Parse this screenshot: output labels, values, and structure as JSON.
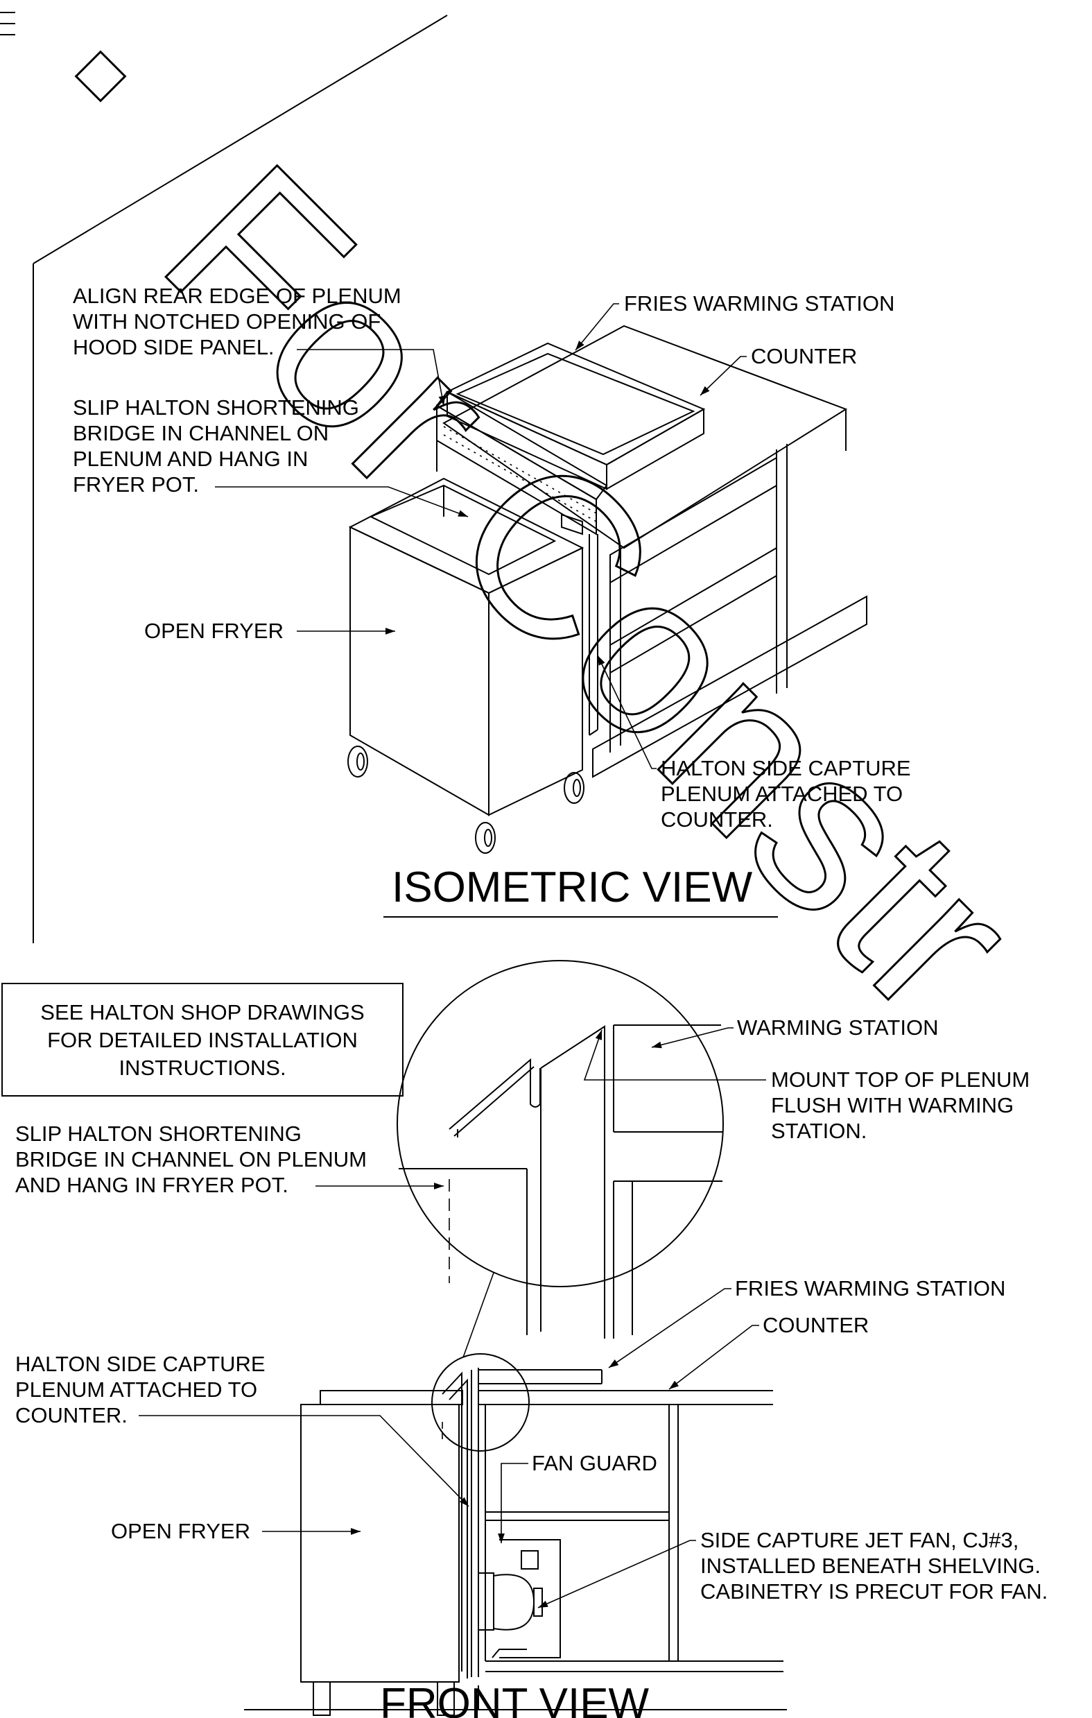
{
  "isometric_view": {
    "title": "ISOMETRIC VIEW",
    "labels": {
      "align_line1": "ALIGN REAR EDGE OF PLENUM",
      "align_line2": "WITH NOTCHED OPENING OF",
      "align_line3": "HOOD SIDE PANEL.",
      "slip_line1": "SLIP HALTON SHORTENING",
      "slip_line2": "BRIDGE IN CHANNEL ON",
      "slip_line3": "PLENUM AND  HANG IN",
      "slip_line4": "FRYER POT.",
      "fries_warming_station": "FRIES WARMING STATION",
      "counter": "COUNTER",
      "open_fryer": "OPEN FRYER",
      "plenum_line1": "HALTON SIDE CAPTURE",
      "plenum_line2": "PLENUM ATTACHED TO",
      "plenum_line3": "COUNTER."
    }
  },
  "front_view": {
    "title": "FRONT VIEW",
    "note_line1": "SEE HALTON SHOP DRAWINGS",
    "note_line2": "FOR DETAILED INSTALLATION",
    "note_line3": "INSTRUCTIONS.",
    "labels": {
      "warming_station": "WARMING STATION",
      "mount_line1": "MOUNT TOP OF PLENUM",
      "mount_line2": "FLUSH WITH WARMING",
      "mount_line3": "STATION.",
      "slip_line1": "SLIP HALTON SHORTENING",
      "slip_line2": "BRIDGE IN CHANNEL ON PLENUM",
      "slip_line3": "AND HANG IN FRYER POT.",
      "fries_warming_station": "FRIES WARMING STATION",
      "counter": "COUNTER",
      "plenum_line1": "HALTON SIDE CAPTURE",
      "plenum_line2": "PLENUM ATTACHED TO",
      "plenum_line3": "COUNTER.",
      "fan_guard": "FAN GUARD",
      "open_fryer": "OPEN FRYER",
      "fan_line1": "SIDE CAPTURE JET FAN, CJ#3,",
      "fan_line2": "INSTALLED BENEATH SHELVING.",
      "fan_line3": "CABINETRY IS PRECUT FOR FAN."
    }
  },
  "watermark": "For Constr"
}
